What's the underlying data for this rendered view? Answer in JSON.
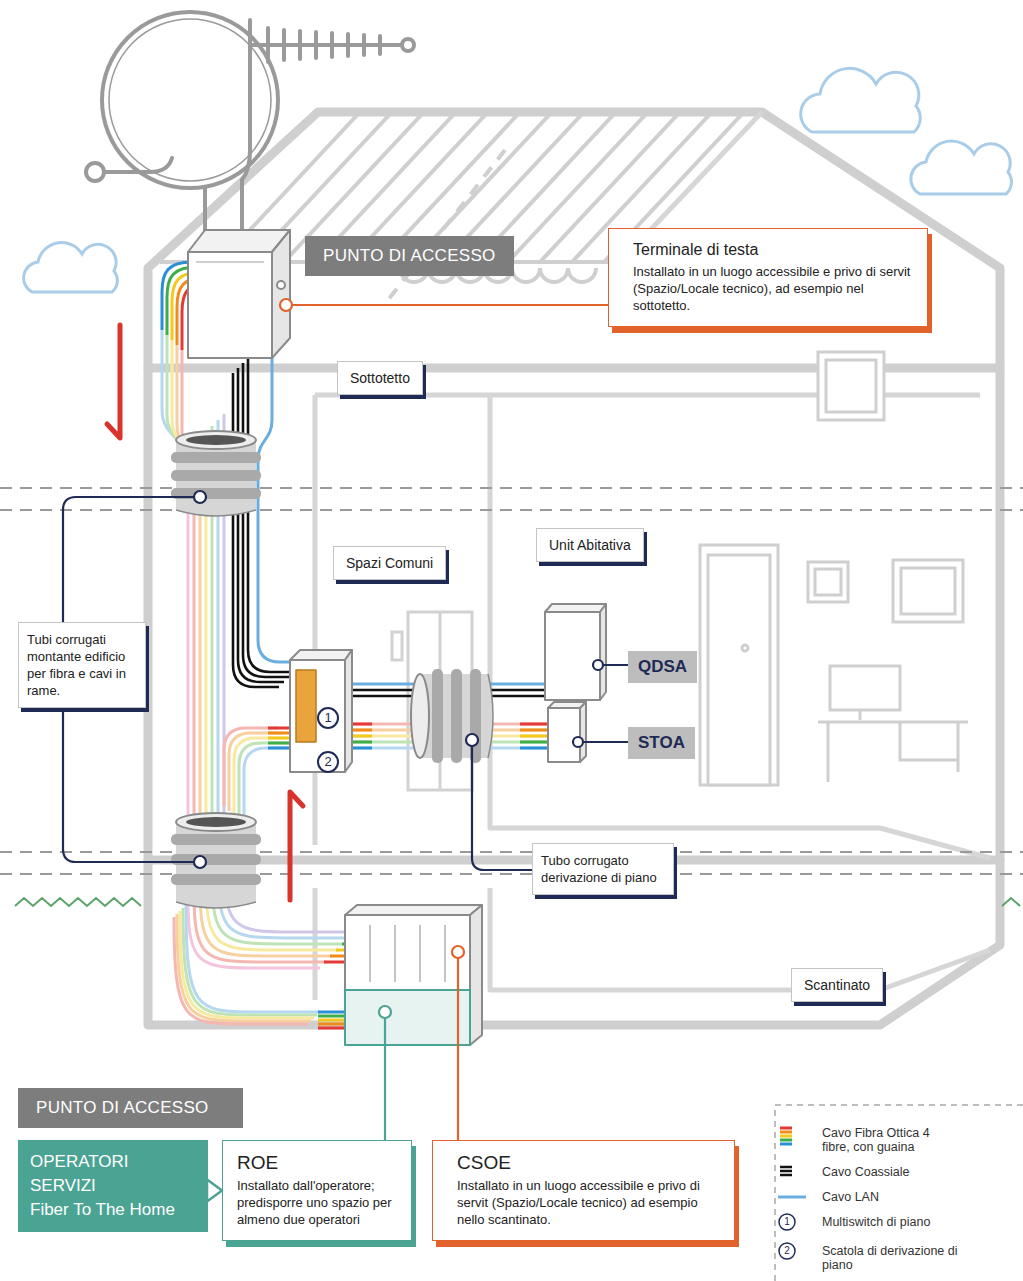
{
  "diagram": {
    "nodes": [
      {
        "text": [
          "PUNTO DI ACCESSO"
        ]
      },
      {
        "text": [
          "Terminale di testa",
          "Installato in un luogo accessibile e privo di servit (Spazio/Locale tecnico), ad esempio nel sottotetto."
        ]
      },
      {
        "text": [
          "Sottotetto"
        ]
      },
      {
        "text": [
          "Unit Abitativa"
        ]
      },
      {
        "text": [
          "Spazi Comuni"
        ]
      },
      {
        "text": [
          "Tubi corrugati montante edificio per fibra e cavi in rame."
        ]
      },
      {
        "text": [
          "QDSA"
        ]
      },
      {
        "text": [
          "1"
        ]
      },
      {
        "text": [
          "STOA"
        ]
      },
      {
        "text": [
          "2"
        ]
      },
      {
        "text": [
          "Tubo corrugato derivazione di piano"
        ]
      },
      {
        "text": [
          "Scantinato"
        ]
      },
      {
        "text": [
          "PUNTO DI ACCESSO"
        ]
      },
      {
        "text": [
          "OPERATORI SERVIZI",
          "Fiber To The Home"
        ]
      },
      {
        "text": [
          "ROE",
          "Installato dall'operatore; predisporre uno spazio per almeno due operatori"
        ]
      },
      {
        "text": [
          "CSOE",
          "Installato in un luogo accessibile e privo di servit (Spazio/Locale tecnico) ad esempio nello scantinato."
        ]
      }
    ],
    "edges": [
      {
        "from": 13,
        "to": 14,
        "arrow": "to"
      }
    ],
    "labels": [
      "1",
      "2"
    ],
    "legend": [
      {
        "text": "Cavo Fibra Ottica 4 fibre, con guaina"
      },
      {
        "text": "Cavo Coassiale"
      },
      {
        "text": "Cavo LAN"
      },
      {
        "text": "Multiswitch di piano"
      },
      {
        "text": "Scatola di derivazione di piano"
      }
    ]
  }
}
